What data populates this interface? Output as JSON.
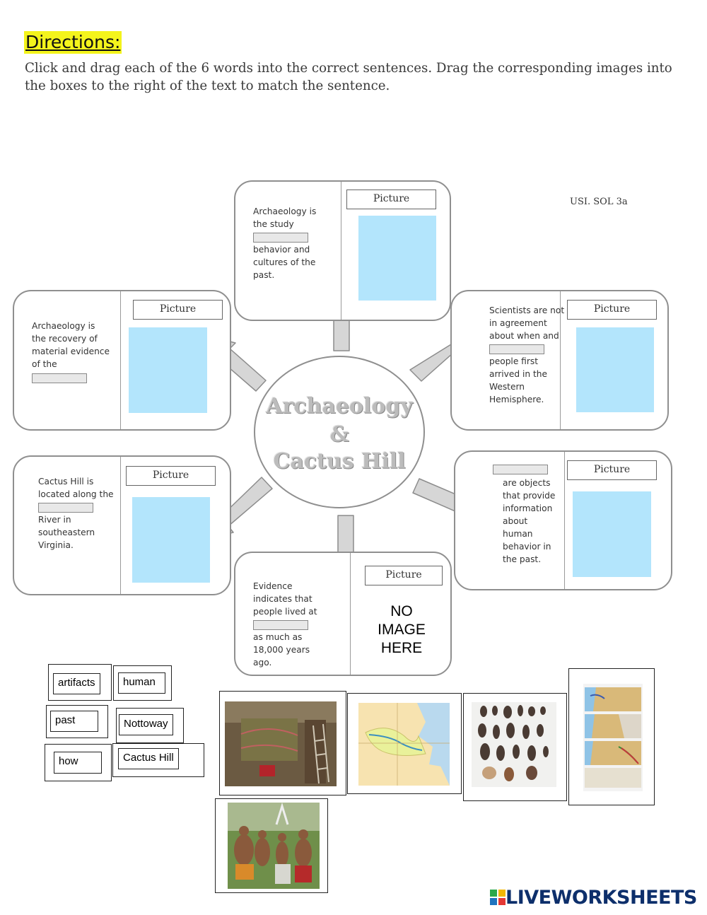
{
  "header": {
    "title": "Directions:",
    "instructions": "Click and drag each of the 6 words into the correct sentences.  Drag the corresponding images into the boxes to the right of the text to match the sentence.",
    "standard": "USI. SOL 3a"
  },
  "center": {
    "line1": "Archaeology",
    "line2": "&",
    "line3": "Cactus Hill"
  },
  "picture_label": "Picture",
  "cards": {
    "top": {
      "before": "Archaeology is the study",
      "after": "behavior and cultures of the past."
    },
    "upper_left": {
      "before": "Archaeology is the recovery of material evidence of the",
      "after": ""
    },
    "upper_right": {
      "before": "Scientists are not in agreement about when and",
      "after": "people first arrived in the Western Hemisphere."
    },
    "lower_left": {
      "before": "Cactus Hill is located along the",
      "after": "River in southeastern Virginia."
    },
    "lower_right": {
      "before": "",
      "after": "are objects that provide information about human behavior in the past."
    },
    "bottom": {
      "before": "Evidence indicates that people lived at",
      "after": "as much as 18,000 years ago.",
      "no_image": "NO IMAGE HERE"
    }
  },
  "word_bank": [
    "artifacts",
    "human",
    "past",
    "Nottoway",
    "how",
    "Cactus Hill"
  ],
  "image_bank": [
    "excavation-site-photo",
    "river-map",
    "stone-artifacts-photo",
    "migration-maps",
    "native-people-photo"
  ],
  "footer": {
    "logo_text": "LIVEWORKSHEETS"
  },
  "colors": {
    "dropbox": "#b3e5fc",
    "highlight": "#f4f41c",
    "logo": "#0d2f6b"
  }
}
